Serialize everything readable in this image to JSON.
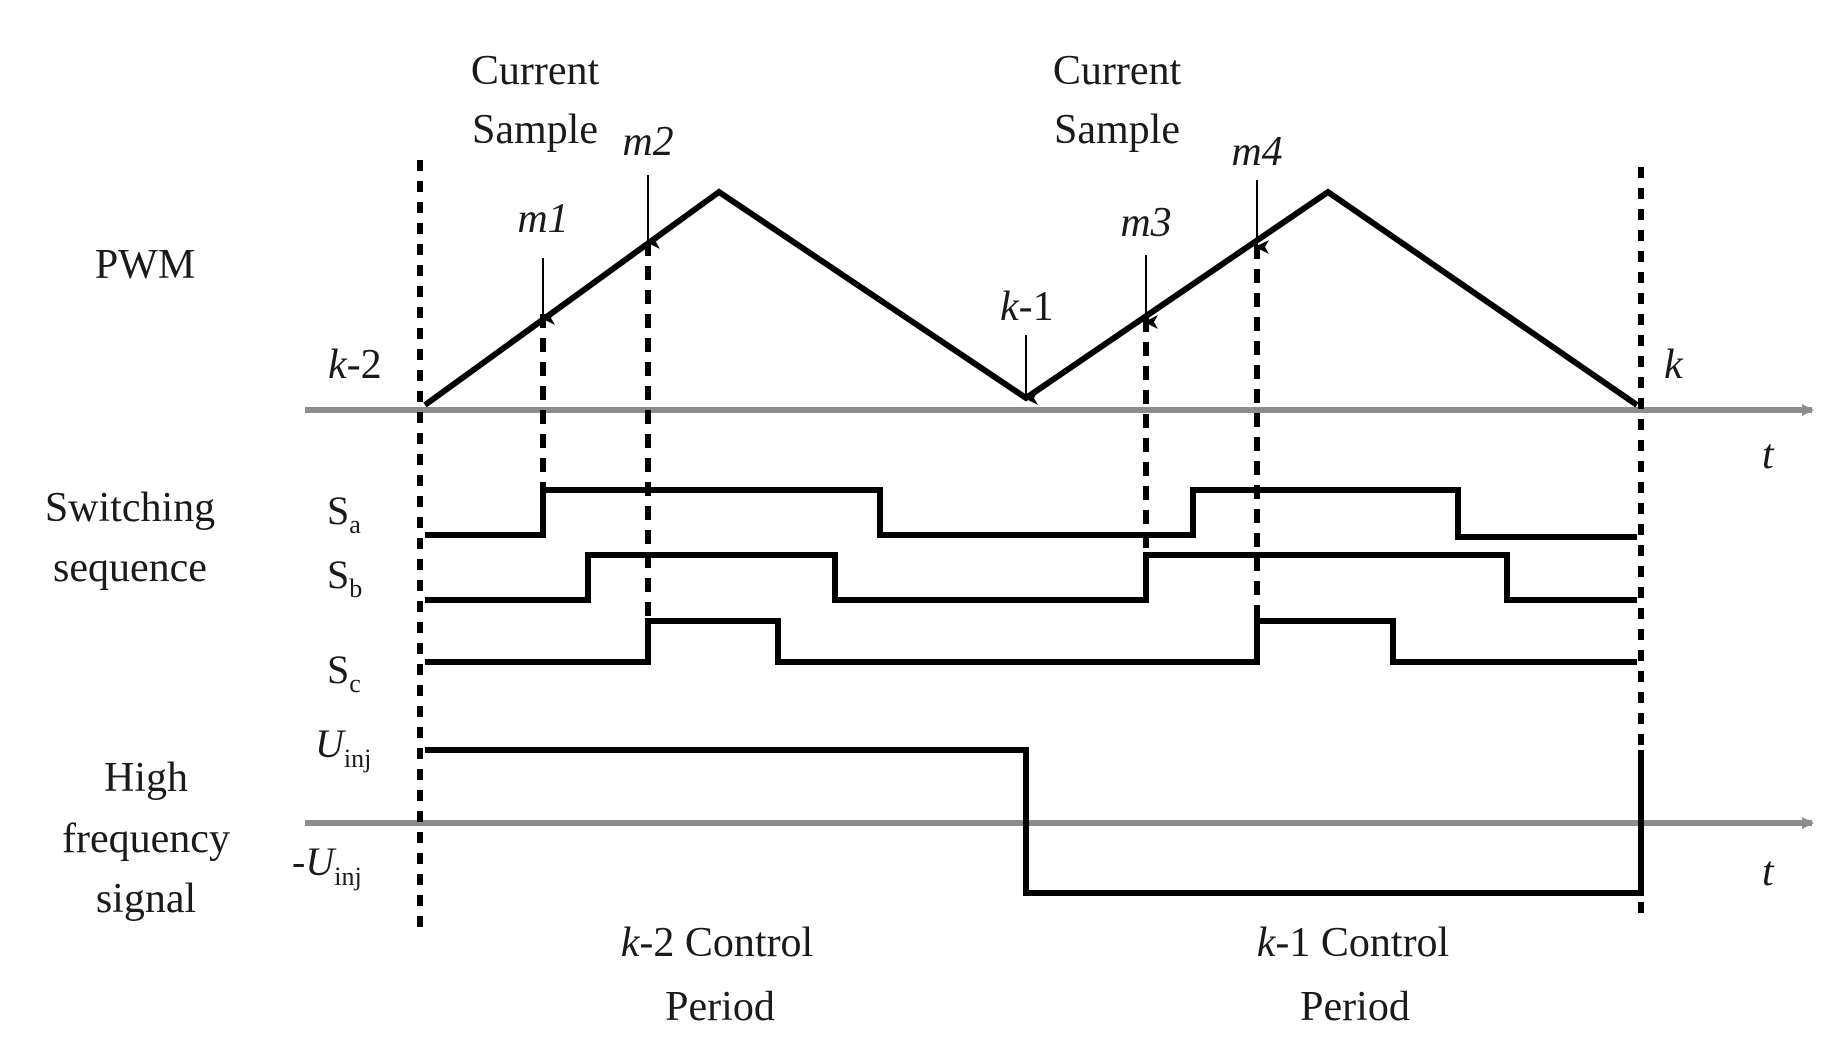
{
  "row_labels": {
    "pwm": "PWM",
    "switching": [
      "Switching",
      "sequence"
    ],
    "hf": [
      "High",
      "frequency",
      "signal"
    ]
  },
  "sample_labels": [
    [
      "Current",
      "Sample"
    ],
    [
      "Current",
      "Sample"
    ]
  ],
  "markers": {
    "m1": "m1",
    "m2": "m2",
    "m3": "m3",
    "m4": "m4"
  },
  "instants": {
    "k_minus_2": {
      "var": "k",
      "suffix": "-2"
    },
    "k_minus_1": {
      "var": "k",
      "suffix": "-1"
    },
    "k": "k"
  },
  "axis_time_label": "t",
  "signals": {
    "sa": {
      "main": "S",
      "sub": "a"
    },
    "sb": {
      "main": "S",
      "sub": "b"
    },
    "sc": {
      "main": "S",
      "sub": "c"
    },
    "u_pos": {
      "main": "U",
      "sub": "inj"
    },
    "u_neg": {
      "prefix": "-",
      "main": "U",
      "sub": "inj"
    }
  },
  "periods": [
    {
      "var": "k",
      "line1": "-2 Control",
      "line2": "Period"
    },
    {
      "var": "k",
      "line1": "-1 Control",
      "line2": "Period"
    }
  ],
  "colors": {
    "ink": "#000000",
    "axis": "#8c8c8c",
    "text": "#1a1a1a"
  }
}
